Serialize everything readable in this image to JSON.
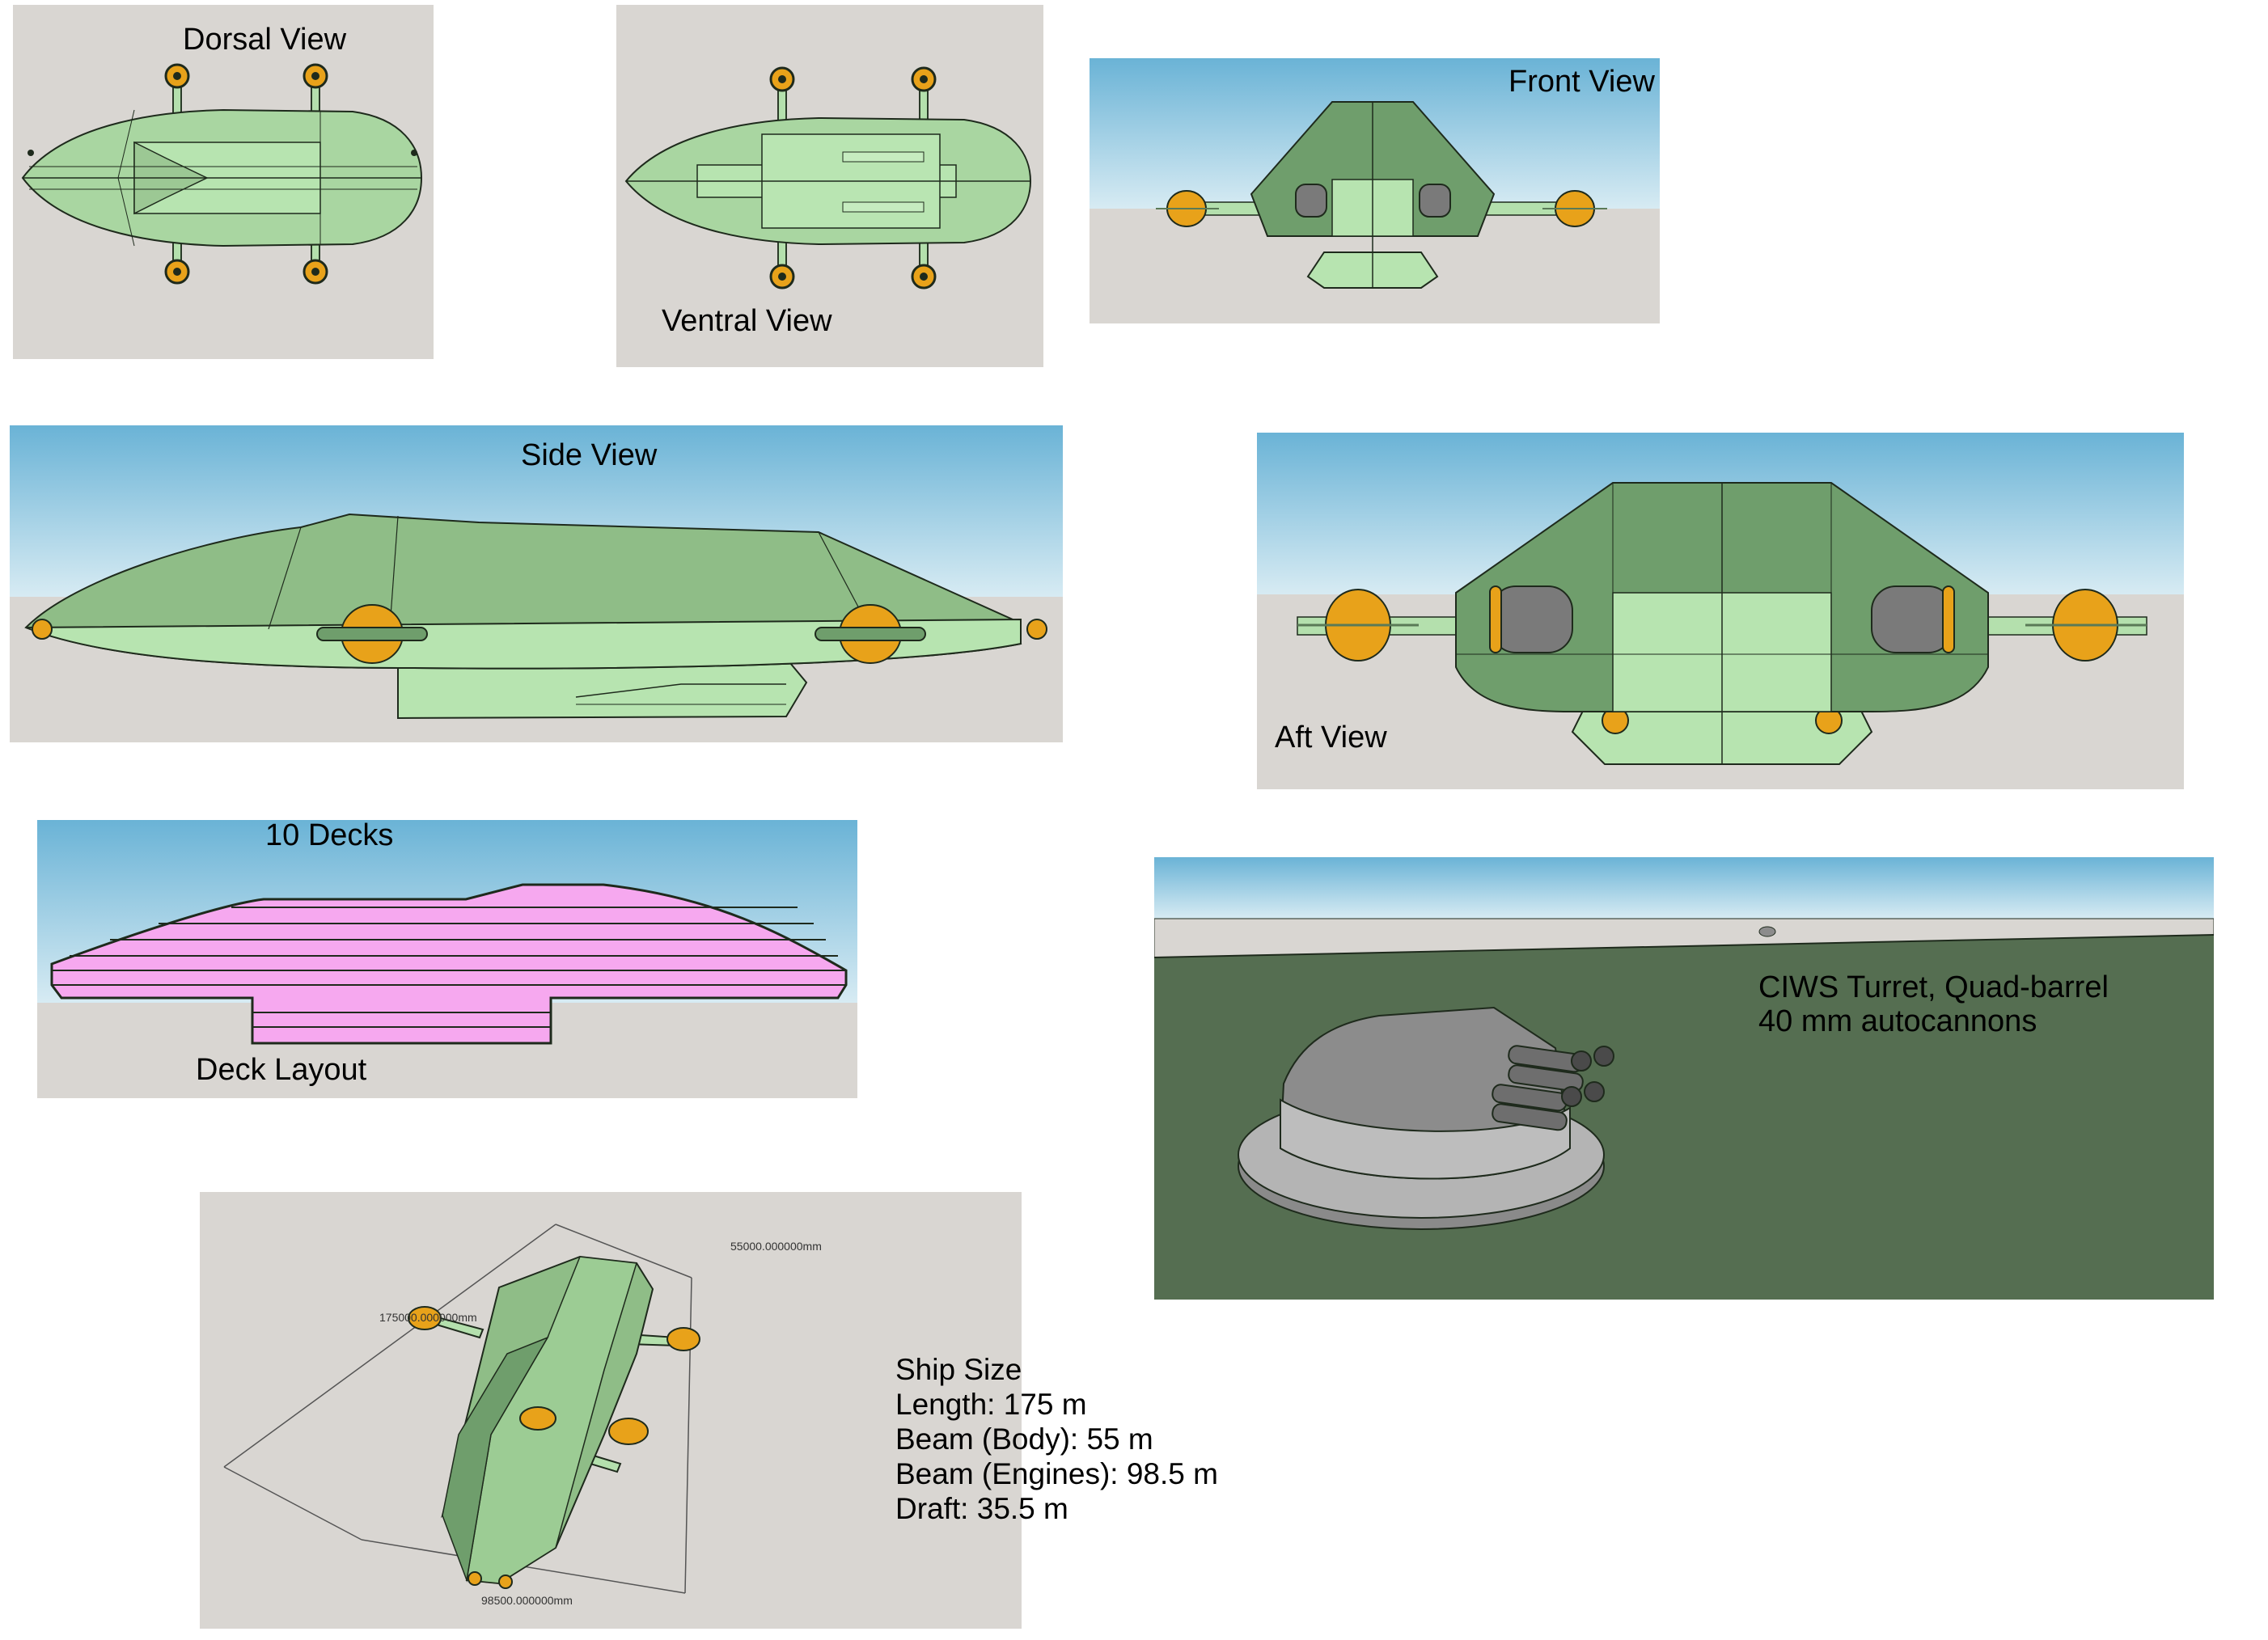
{
  "views": {
    "dorsal": "Dorsal View",
    "ventral": "Ventral View",
    "front": "Front View",
    "side": "Side View",
    "aft": "Aft View",
    "decks_title": "10 Decks",
    "deck_layout": "Deck Layout"
  },
  "turret": {
    "line1": "CIWS Turret, Quad-barrel",
    "line2": "40 mm autocannons"
  },
  "dimensions": {
    "length_dim": "175000.000000mm",
    "beam_dim": "55000.000000mm",
    "engine_beam_dim": "98500.000000mm"
  },
  "specs": {
    "title": "Ship Size",
    "length": "Length: 175 m",
    "beam_body": "Beam (Body): 55 m",
    "beam_engines": "Beam (Engines): 98.5 m",
    "draft": "Draft: 35.5 m"
  },
  "colors": {
    "hull_light": "#b4e0ad",
    "hull_dark": "#6f9e6c",
    "sky_top": "#6ab3d6",
    "ground": "#d9d6d2",
    "deck_pink": "#f6a8ef",
    "turret_ground": "#556e51",
    "engine_gold": "#e8a21a"
  }
}
